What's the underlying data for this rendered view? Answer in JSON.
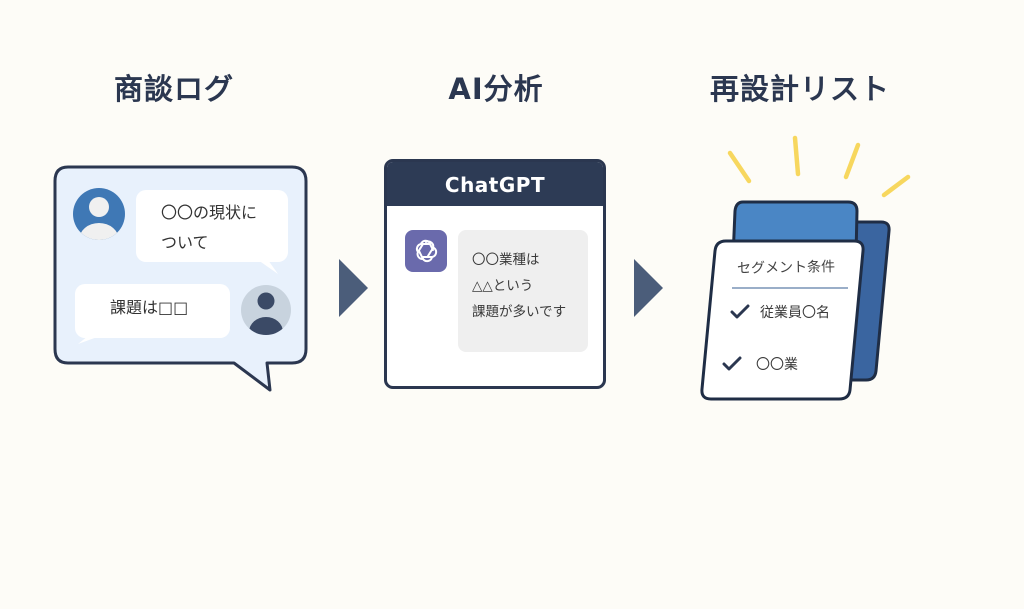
{
  "steps": [
    {
      "title": "商談ログ",
      "messages": [
        {
          "speaker": "customer",
          "lines": [
            "〇〇の現状に",
            "ついて"
          ]
        },
        {
          "speaker": "sales",
          "lines": [
            "課題は□□"
          ]
        }
      ]
    },
    {
      "title": "AI分析",
      "window_title": "ChatGPT",
      "logo_icon": "openai-logo-icon",
      "response_lines": [
        "〇〇業種は",
        "△△という",
        "課題が多いです"
      ]
    },
    {
      "title": "再設計リスト",
      "card_title": "セグメント条件",
      "conditions": [
        {
          "checked": true,
          "label": "従業員〇名"
        },
        {
          "checked": true,
          "label": "〇〇業"
        }
      ]
    }
  ],
  "arrows": [
    "next-step",
    "next-step"
  ],
  "colors": {
    "background": "#fdfcf7",
    "navy": "#2b3750",
    "chat_panel_bg": "#e8f1fc",
    "avatar_blue": "#3f78b5",
    "avatar_gray": "#c8d3de",
    "gpt_logo": "#6a6aac",
    "doc_blue_front": "#4a86c5",
    "doc_blue_back": "#3a65a0",
    "ray_yellow": "#f7d75e",
    "arrow": "#4b5d7a"
  }
}
